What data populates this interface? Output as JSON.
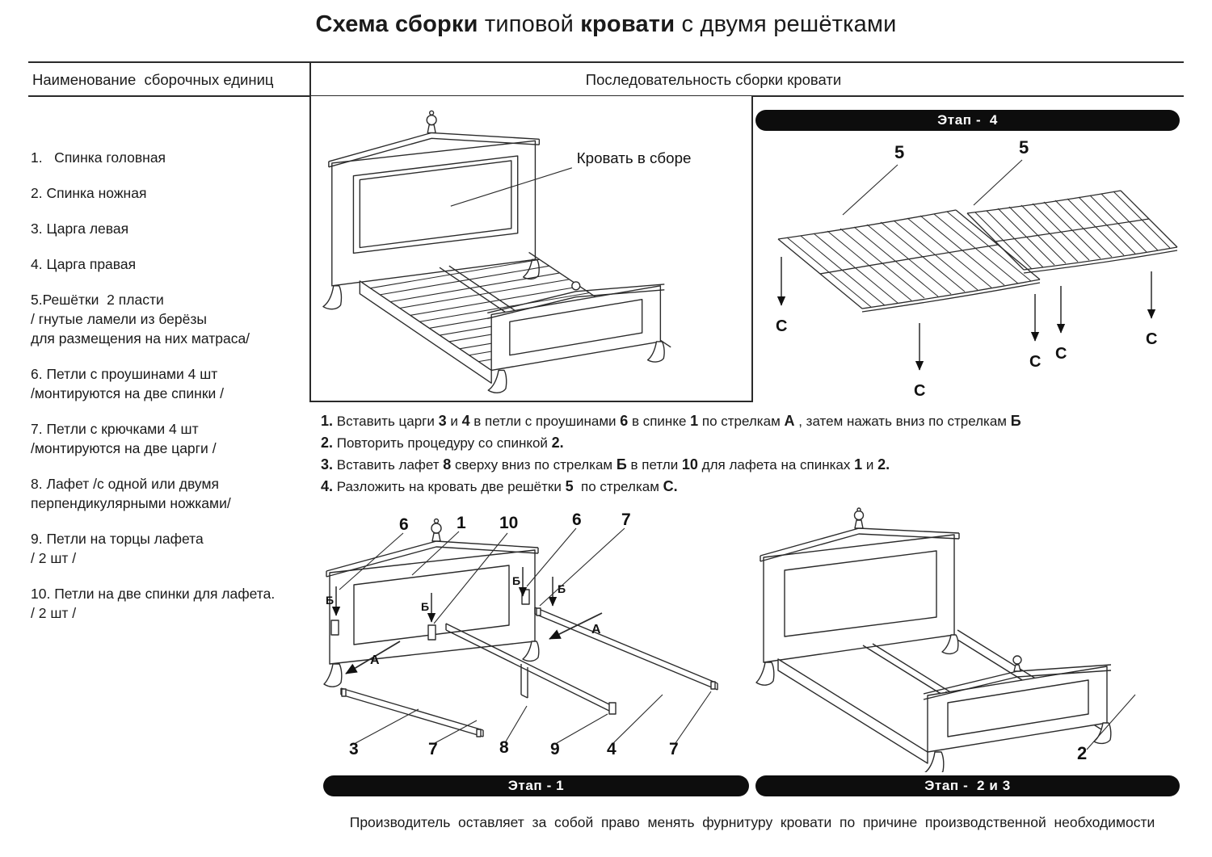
{
  "title": {
    "b1": "Схема сборки",
    "r1": " типовой ",
    "b2": "кровати",
    "r2": " с двумя решётками"
  },
  "columns": {
    "left_header": "Наименование  сборочных единиц",
    "right_header": "Последовательность сборки кровати"
  },
  "parts_list": {
    "items": [
      {
        "lines": [
          "1.   Спинка головная"
        ]
      },
      {
        "lines": [
          "2. Спинка ножная"
        ]
      },
      {
        "lines": [
          "3. Царга левая"
        ]
      },
      {
        "lines": [
          "4. Царга правая"
        ]
      },
      {
        "lines": [
          "5.Решётки  2 пласти",
          "/ гнутые ламели из берёзы",
          "для размещения на них матраса/"
        ]
      },
      {
        "lines": [
          "6. Петли с проушинами 4 шт",
          "/монтируются на две спинки /"
        ]
      },
      {
        "lines": [
          "7. Петли с крючками 4 шт",
          "/монтируются на две царги /"
        ]
      },
      {
        "lines": [
          "8. Лафет /с одной или двумя",
          "перпендикулярными ножками/"
        ]
      },
      {
        "lines": [
          "9. Петли на торцы лафета",
          "/ 2 шт /"
        ]
      },
      {
        "lines": [
          "10. Петли на две спинки для лафета.",
          "/ 2 шт /"
        ]
      }
    ]
  },
  "assembled_bed": {
    "caption": "Кровать в сборе"
  },
  "stage4": {
    "banner": "Этап -  4",
    "part_labels": [
      "5",
      "5"
    ],
    "arrow_labels": [
      "С",
      "С",
      "С",
      "С",
      "С"
    ]
  },
  "instructions": [
    {
      "seg": [
        "1.",
        " Вставить царги ",
        "3",
        " и ",
        "4",
        " в петли с проушинами ",
        "6",
        " в спинке ",
        "1",
        " по стрелкам ",
        "А",
        " , затем нажать вниз по стрелкам ",
        "Б"
      ]
    },
    {
      "seg": [
        "2.",
        " Повторить процедуру со спинкой ",
        "2."
      ]
    },
    {
      "seg": [
        "3.",
        " Вставить лафет ",
        "8",
        " сверху вниз по стрелкам ",
        "Б",
        " в петли ",
        "10",
        " для лафета на спинках ",
        "1",
        " и ",
        "2."
      ]
    },
    {
      "seg": [
        "4.",
        " Разложить на кровать две решётки ",
        "5",
        "  по стрелкам ",
        "С."
      ]
    }
  ],
  "stage1": {
    "banner": "Этап - 1",
    "top_labels": [
      "6",
      "1",
      "10",
      "6",
      "7"
    ],
    "b_labels": [
      "Б",
      "Б",
      "Б",
      "Б"
    ],
    "a_labels": [
      "А",
      "А"
    ],
    "bottom_labels": [
      "3",
      "7",
      "8",
      "9",
      "4",
      "7"
    ]
  },
  "stage23": {
    "banner": "Этап -  2 и 3",
    "part_label": "2"
  },
  "footer": "Производитель  оставляет  за  собой  право  менять  фурнитуру  кровати  по  причине  производственной  необходимости"
}
